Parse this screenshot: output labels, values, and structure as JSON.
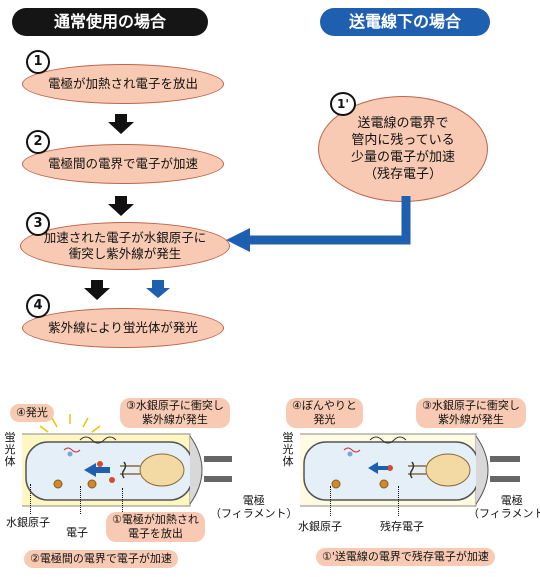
{
  "headers": {
    "normal": "通常使用の場合",
    "power_line": "送電線下の場合"
  },
  "steps": [
    {
      "num": "1",
      "text": "電極が加熱され電子を放出"
    },
    {
      "num": "2",
      "text": "電極間の電界で電子が加速"
    },
    {
      "num": "3",
      "text_lines": [
        "加速された電子が水銀原子に",
        "衝突し紫外線が発生"
      ]
    },
    {
      "num": "4",
      "text": "紫外線により蛍光体が発光"
    }
  ],
  "step_1prime": {
    "num": "1'",
    "text_lines": [
      "送電線の電界で",
      "管内に残っている",
      "少量の電子が加速",
      "（残存電子）"
    ]
  },
  "left_tube": {
    "glow_label": "④発光",
    "collision_lines": [
      "③水銀原子に衝突し",
      "紫外線が発生"
    ],
    "phosphor": "蛍光体",
    "mercury": "水銀原子",
    "electron": "電子",
    "emit_lines": [
      "①電極が加熱され",
      "電子を放出"
    ],
    "electrode_lines": [
      "電極",
      "（フィラメント）"
    ],
    "accel": "②電極間の電界で電子が加速"
  },
  "right_tube": {
    "glow_lines": [
      "④ぼんやりと",
      "発光"
    ],
    "collision_lines": [
      "③水銀原子に衝突し",
      "紫外線が発生"
    ],
    "phosphor": "蛍光体",
    "mercury": "水銀原子",
    "residual": "残存電子",
    "electrode_lines": [
      "電極",
      "（フィラメント）"
    ],
    "accel": "①'送電線の電界で残存電子が加速"
  },
  "colors": {
    "oval_fill": "#f8cab3",
    "blue": "#1f5fb0",
    "tube": "#e4eff8"
  }
}
